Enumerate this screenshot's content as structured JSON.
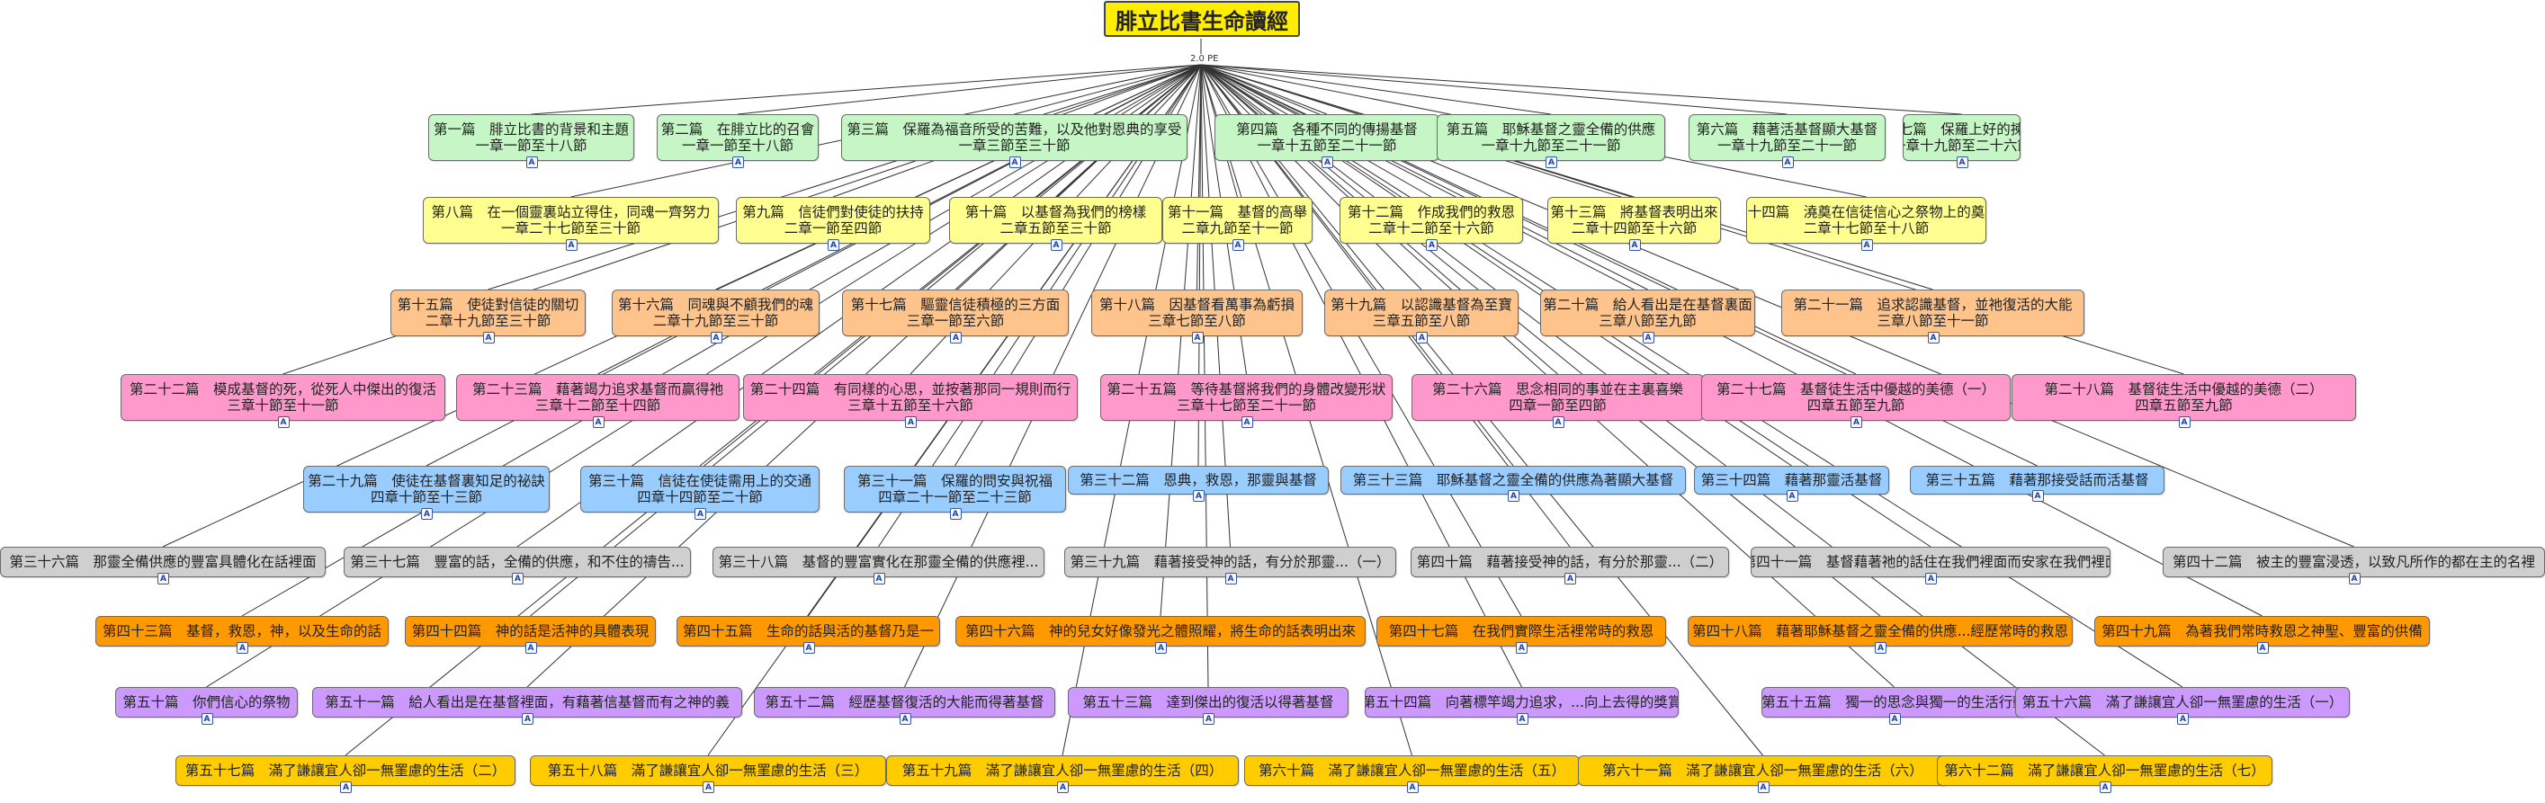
{
  "title": "腓立比書生命讀經",
  "hub_label": "2.0 PE",
  "badge_glyph": "A",
  "palette": {
    "green": "#c6f5c6",
    "yellow": "#ffff8f",
    "orange": "#ffc48c",
    "pink": "#ff99cc",
    "blue": "#99ccff",
    "gray": "#cfcfcf",
    "dark_orange": "#ff9900",
    "purple": "#cc99ff",
    "gold": "#ffcc00",
    "title_fill": "#ffee00",
    "line": "#333333"
  },
  "nodes": [
    {
      "color": "green",
      "line1": "第一篇　腓立比書的背景和主題",
      "line2": "一章一節至十八節"
    },
    {
      "color": "green",
      "line1": "第二篇　在腓立比的召會",
      "line2": "一章一節至十八節"
    },
    {
      "color": "green",
      "line1": "第三篇　保羅為福音所受的苦難，以及他對恩典的享受",
      "line2": "一章三節至三十節"
    },
    {
      "color": "green",
      "line1": "第四篇　各種不同的傳揚基督",
      "line2": "一章十五節至二十一節"
    },
    {
      "color": "green",
      "line1": "第五篇　耶穌基督之靈全備的供應",
      "line2": "一章十九節至二十一節"
    },
    {
      "color": "green",
      "line1": "第六篇　藉著活基督顯大基督",
      "line2": "一章十九節至二十一節"
    },
    {
      "color": "green",
      "line1": "第七篇　保羅上好的揀選",
      "line2": "一章十九節至二十六節"
    },
    {
      "color": "yellow",
      "line1": "第八篇　在一個靈裏站立得住，同魂一齊努力",
      "line2": "一章二十七節至三十節"
    },
    {
      "color": "yellow",
      "line1": "第九篇　信徒們對使徒的扶持",
      "line2": "二章一節至四節"
    },
    {
      "color": "yellow",
      "line1": "第十篇　以基督為我們的榜樣",
      "line2": "二章五節至三十節"
    },
    {
      "color": "yellow",
      "line1": "第十一篇　基督的高舉",
      "line2": "二章九節至十一節"
    },
    {
      "color": "yellow",
      "line1": "第十二篇　作成我們的救恩",
      "line2": "二章十二節至十六節"
    },
    {
      "color": "yellow",
      "line1": "第十三篇　將基督表明出來",
      "line2": "二章十四節至十六節"
    },
    {
      "color": "yellow",
      "line1": "第十四篇　澆奠在信徒信心之祭物上的奠祭",
      "line2": "二章十七節至十八節"
    },
    {
      "color": "orange",
      "line1": "第十五篇　使徒對信徒的關切",
      "line2": "二章十九節至三十節"
    },
    {
      "color": "orange",
      "line1": "第十六篇　同魂與不顧我們的魂",
      "line2": "二章十九節至三十節"
    },
    {
      "color": "orange",
      "line1": "第十七篇　驅靈信徒積極的三方面",
      "line2": "三章一節至六節"
    },
    {
      "color": "orange",
      "line1": "第十八篇　因基督看萬事為虧損",
      "line2": "三章七節至八節"
    },
    {
      "color": "orange",
      "line1": "第十九篇　以認識基督為至寶",
      "line2": "三章五節至八節"
    },
    {
      "color": "orange",
      "line1": "第二十篇　給人看出是在基督裏面",
      "line2": "三章八節至九節"
    },
    {
      "color": "orange",
      "line1": "第二十一篇　追求認識基督，並祂復活的大能",
      "line2": "三章八節至十一節"
    },
    {
      "color": "pink",
      "line1": "第二十二篇　模成基督的死，從死人中傑出的復活",
      "line2": "三章十節至十一節"
    },
    {
      "color": "pink",
      "line1": "第二十三篇　藉著竭力追求基督而贏得祂",
      "line2": "三章十二節至十四節"
    },
    {
      "color": "pink",
      "line1": "第二十四篇　有同樣的心思，並按著那同一規則而行",
      "line2": "三章十五節至十六節"
    },
    {
      "color": "pink",
      "line1": "第二十五篇　等待基督將我們的身體改變形狀",
      "line2": "三章十七節至二十一節"
    },
    {
      "color": "pink",
      "line1": "第二十六篇　思念相同的事並在主裏喜樂",
      "line2": "四章一節至四節"
    },
    {
      "color": "pink",
      "line1": "第二十七篇　基督徒生活中優越的美德（一）",
      "line2": "四章五節至九節"
    },
    {
      "color": "pink",
      "line1": "第二十八篇　基督徒生活中優越的美德（二）",
      "line2": "四章五節至九節"
    },
    {
      "color": "blue",
      "line1": "第二十九篇　使徒在基督裏知足的祕訣",
      "line2": "四章十節至十三節"
    },
    {
      "color": "blue",
      "line1": "第三十篇　信徒在使徒需用上的交通",
      "line2": "四章十四節至二十節"
    },
    {
      "color": "blue",
      "line1": "第三十一篇　保羅的問安與祝福",
      "line2": "四章二十一節至二十三節"
    },
    {
      "color": "blue",
      "line1": "第三十二篇　恩典，救恩，那靈與基督",
      "line2": ""
    },
    {
      "color": "blue",
      "line1": "第三十三篇　耶穌基督之靈全備的供應為著顯大基督",
      "line2": ""
    },
    {
      "color": "blue",
      "line1": "第三十四篇　藉著那靈活基督",
      "line2": ""
    },
    {
      "color": "blue",
      "line1": "第三十五篇　藉著那接受話而活基督",
      "line2": ""
    },
    {
      "color": "gray",
      "line1": "第三十六篇　那靈全備供應的豐富具體化在話裡面",
      "line2": ""
    },
    {
      "color": "gray",
      "line1": "第三十七篇　豐富的話，全備的供應，和不住的禱告...",
      "line2": ""
    },
    {
      "color": "gray",
      "line1": "第三十八篇　基督的豐富實化在那靈全備的供應裡...",
      "line2": ""
    },
    {
      "color": "gray",
      "line1": "第三十九篇　藉著接受神的話，有分於那靈...（一）",
      "line2": ""
    },
    {
      "color": "gray",
      "line1": "第四十篇　藉著接受神的話，有分於那靈...（二）",
      "line2": ""
    },
    {
      "color": "gray",
      "line1": "第四十一篇　基督藉著祂的話住在我們裡面而安家在我們裡面",
      "line2": ""
    },
    {
      "color": "gray",
      "line1": "第四十二篇　被主的豐富浸透，以致凡所作的都在主的名裡",
      "line2": ""
    },
    {
      "color": "dark_orange",
      "line1": "第四十三篇　基督，救恩，神，以及生命的話",
      "line2": ""
    },
    {
      "color": "dark_orange",
      "line1": "第四十四篇　神的話是活神的具體表現",
      "line2": ""
    },
    {
      "color": "dark_orange",
      "line1": "第四十五篇　生命的話與活的基督乃是一",
      "line2": ""
    },
    {
      "color": "dark_orange",
      "line1": "第四十六篇　神的兒女好像發光之體照耀，將生命的話表明出來",
      "line2": ""
    },
    {
      "color": "dark_orange",
      "line1": "第四十七篇　在我們實際生活裡常時的救恩",
      "line2": ""
    },
    {
      "color": "dark_orange",
      "line1": "第四十八篇　藉著耶穌基督之靈全備的供應...經歷常時的救恩",
      "line2": ""
    },
    {
      "color": "dark_orange",
      "line1": "第四十九篇　為著我們常時救恩之神聖、豐富的供備",
      "line2": ""
    },
    {
      "color": "purple",
      "line1": "第五十篇　你們信心的祭物",
      "line2": ""
    },
    {
      "color": "purple",
      "line1": "第五十一篇　給人看出是在基督裡面，有藉著信基督而有之神的義",
      "line2": ""
    },
    {
      "color": "purple",
      "line1": "第五十二篇　經歷基督復活的大能而得著基督",
      "line2": ""
    },
    {
      "color": "purple",
      "line1": "第五十三篇　達到傑出的復活以得著基督",
      "line2": ""
    },
    {
      "color": "purple",
      "line1": "第五十四篇　向著標竿竭力追求，...向上去得的獎賞",
      "line2": ""
    },
    {
      "color": "purple",
      "line1": "第五十五篇　獨一的思念與獨一的生活行動",
      "line2": ""
    },
    {
      "color": "purple",
      "line1": "第五十六篇　滿了謙讓宜人卻一無罣慮的生活（一）",
      "line2": ""
    },
    {
      "color": "gold",
      "line1": "第五十七篇　滿了謙讓宜人卻一無罣慮的生活（二）",
      "line2": ""
    },
    {
      "color": "gold",
      "line1": "第五十八篇　滿了謙讓宜人卻一無罣慮的生活（三）",
      "line2": ""
    },
    {
      "color": "gold",
      "line1": "第五十九篇　滿了謙讓宜人卻一無罣慮的生活（四）",
      "line2": ""
    },
    {
      "color": "gold",
      "line1": "第六十篇　滿了謙讓宜人卻一無罣慮的生活（五）",
      "line2": ""
    },
    {
      "color": "gold",
      "line1": "第六十一篇　滿了謙讓宜人卻一無罣慮的生活（六）",
      "line2": ""
    },
    {
      "color": "gold",
      "line1": "第六十二篇　滿了謙讓宜人卻一無罣慮的生活（七）",
      "line2": ""
    }
  ]
}
